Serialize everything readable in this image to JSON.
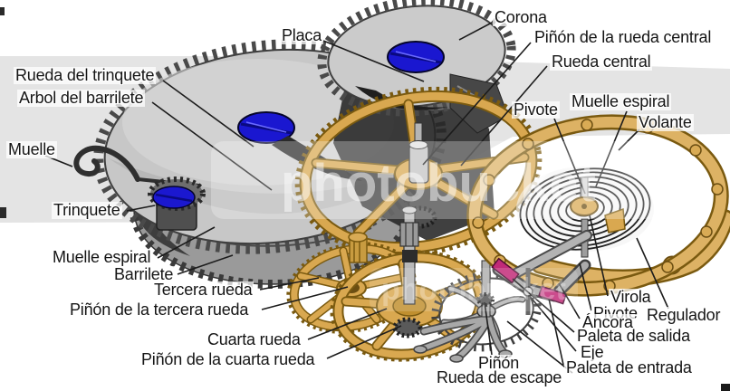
{
  "labels": {
    "placa": {
      "text": "Placa"
    },
    "corona": {
      "text": "Corona"
    },
    "pinon_rueda_central": {
      "text": "Piñón de la rueda central"
    },
    "rueda_central": {
      "text": "Rueda central"
    },
    "rueda_del_trinquete": {
      "text": "Rueda del trinquete"
    },
    "arbol_del_barrilete": {
      "text": "Arbol del barrilete"
    },
    "muelle_espiral_der": {
      "text": "Muelle espiral"
    },
    "pivote_sup": {
      "text": "Pivote"
    },
    "volante": {
      "text": "Volante"
    },
    "muelle": {
      "text": "Muelle"
    },
    "trinquete": {
      "text": "Trinquete"
    },
    "muelle_espiral_izq": {
      "text": "Muelle espiral"
    },
    "barrilete": {
      "text": "Barrilete"
    },
    "tercera_rueda": {
      "text": "Tercera rueda"
    },
    "pinon_tercera_rueda": {
      "text": "Piñón de la tercera rueda"
    },
    "cuarta_rueda": {
      "text": "Cuarta rueda"
    },
    "pinon_cuarta_rueda": {
      "text": "Piñón de la cuarta rueda"
    },
    "pinon": {
      "text": "Piñón"
    },
    "rueda_de_escape": {
      "text": "Rueda de escape"
    },
    "virola": {
      "text": "Virola"
    },
    "pivote_inf": {
      "text": "Pivote"
    },
    "regulador": {
      "text": "Regulador"
    },
    "ancora": {
      "text": "Áncora"
    },
    "paleta_de_salida": {
      "text": "Paleta de salida"
    },
    "eje": {
      "text": "Eje"
    },
    "paleta_de_entrada": {
      "text": "Paleta de entrada"
    }
  },
  "watermark": {
    "text": "photobucket"
  },
  "colors": {
    "gold": "#d9a850",
    "gold_dark": "#7a5a10",
    "gear_gray": "#c7c7c7",
    "screw_blue": "#1a17d0",
    "pallet_magenta": "#c12a78",
    "background_gray": "#e4e4e4",
    "leader_line": "#1c1c1c",
    "label_text": "#151515"
  }
}
